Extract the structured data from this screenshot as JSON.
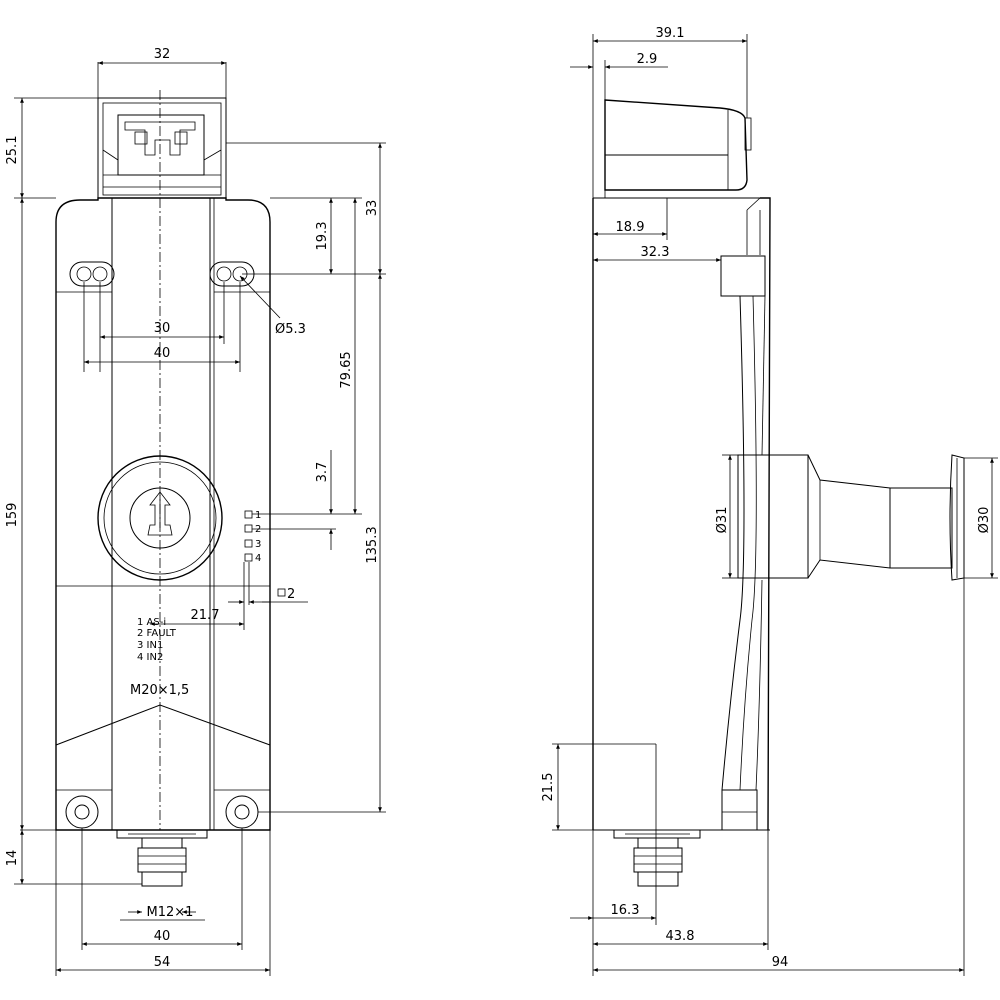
{
  "front_view": {
    "dims": {
      "top_width": "32",
      "height_top": "25.1",
      "height_total": "159",
      "height_bottom": "14",
      "d_19_3": "19.3",
      "d_33": "33",
      "hole_spacing_30": "30",
      "hole_spacing_40_top": "40",
      "hole_dia": "Ø5.3",
      "d_79_65": "79.65",
      "d_3_7": "3.7",
      "d_135_3": "135.3",
      "led_offset": "21.7",
      "led_size": "2",
      "connector_spacing_40": "40",
      "width_54": "54",
      "thread_main": "M20×1,5",
      "thread_conn": "M12×1"
    },
    "led_numbers": [
      "1",
      "2",
      "3",
      "4"
    ],
    "pin_labels": [
      "1 AS-i",
      "2 FAULT",
      "3 IN1",
      "4 IN2"
    ]
  },
  "side_view": {
    "dims": {
      "top_39_1": "39.1",
      "top_2_9": "2.9",
      "d_18_9": "18.9",
      "d_32_3": "32.3",
      "d_31": "Ø31",
      "d_30": "Ø30",
      "d_21_5": "21.5",
      "d_16_3": "16.3",
      "d_43_8": "43.8",
      "d_94": "94"
    }
  }
}
